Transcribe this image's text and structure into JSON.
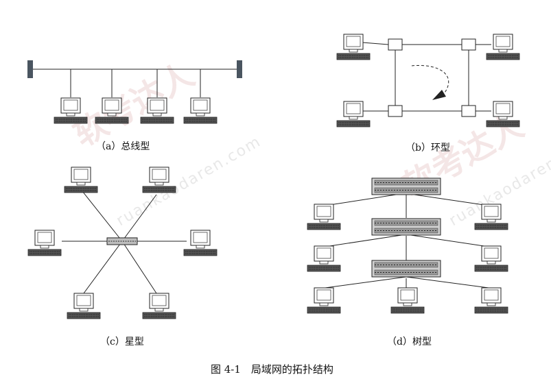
{
  "captions": {
    "bus": "（a）总线型",
    "ring": "（b）环型",
    "star": "（c）星型",
    "tree": "（d）树型"
  },
  "figure_caption": "图 4-1　局域网的拓扑结构",
  "watermark": {
    "cn_text": "软考达人",
    "url_text": "ruankaodaren.com"
  },
  "colors": {
    "line": "#222222",
    "terminator": "#4a5560",
    "watermark": "#e8c8c8",
    "switch_fill": "#cfcfcf"
  }
}
